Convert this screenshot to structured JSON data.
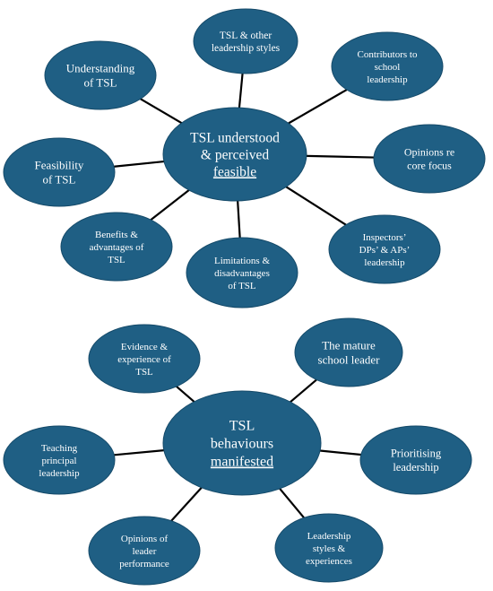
{
  "diagrams": [
    {
      "center": {
        "lines": [
          "TSL understood",
          "& perceived",
          "feasible"
        ],
        "underlined_word": "feasible"
      },
      "nodes": [
        {
          "id": "tsl-other-styles",
          "lines": [
            "TSL & other",
            "leadership styles"
          ]
        },
        {
          "id": "contributors",
          "lines": [
            "Contributors to",
            "school",
            "leadership"
          ]
        },
        {
          "id": "opinions-core",
          "lines": [
            "Opinions re",
            "core focus"
          ]
        },
        {
          "id": "inspectors",
          "lines": [
            "Inspectors’",
            "DPs’ & APs’",
            "leadership"
          ]
        },
        {
          "id": "limitations",
          "lines": [
            "Limitations &",
            "disadvantages",
            "of TSL"
          ]
        },
        {
          "id": "benefits",
          "lines": [
            "Benefits &",
            "advantages of",
            "TSL"
          ]
        },
        {
          "id": "feasibility",
          "lines": [
            "Feasibility",
            "of TSL"
          ]
        },
        {
          "id": "understanding",
          "lines": [
            "Understanding",
            "of TSL"
          ]
        }
      ]
    },
    {
      "center": {
        "lines": [
          "TSL",
          "behaviours",
          "manifested"
        ],
        "underlined_word": "manifested"
      },
      "nodes": [
        {
          "id": "evidence",
          "lines": [
            "Evidence &",
            "experience of",
            "TSL"
          ]
        },
        {
          "id": "mature-leader",
          "lines": [
            "The mature",
            "school leader"
          ]
        },
        {
          "id": "prioritising",
          "lines": [
            "Prioritising",
            "leadership"
          ]
        },
        {
          "id": "leadership-styles",
          "lines": [
            "Leadership",
            "styles &",
            "experiences"
          ]
        },
        {
          "id": "opinions-leader",
          "lines": [
            "Opinions of",
            "leader",
            "performance"
          ]
        },
        {
          "id": "teaching-principal",
          "lines": [
            "Teaching",
            "principal",
            "leadership"
          ]
        }
      ]
    }
  ],
  "colors": {
    "node_fill": "#1f5f84",
    "edge": "#000000",
    "text": "#ffffff"
  }
}
